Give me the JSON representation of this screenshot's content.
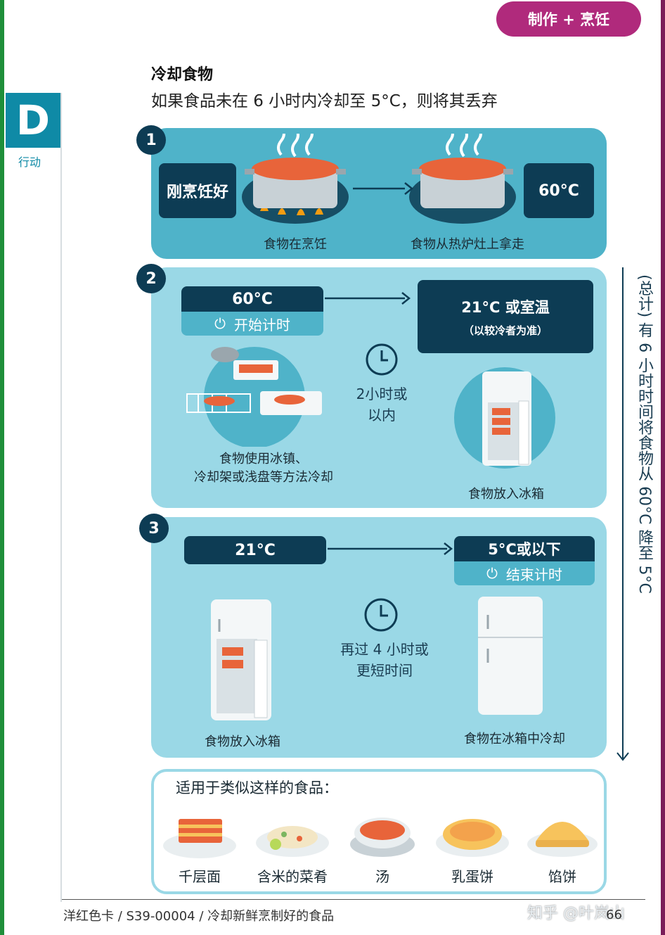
{
  "header": {
    "tab_label": "制作 + 烹饪",
    "section_letter": "D",
    "section_label": "行动"
  },
  "title": "冷却食物",
  "subtitle": "如果食品未在 6 小时内冷却至 5°C，则将其丢弃",
  "step1": {
    "number": "1",
    "start_label": "刚烹饪好",
    "end_label": "60°C",
    "caption_left": "食物在烹饪",
    "caption_right": "食物从热炉灶上拿走"
  },
  "step2": {
    "number": "2",
    "start_temp": "60°C",
    "timer_label": "开始计时",
    "end_label": "21°C 或室温",
    "end_note": "（以较冷者为准）",
    "duration_line1": "2小时或",
    "duration_line2": "以内",
    "caption_left_line1": "食物使用冰镇、",
    "caption_left_line2": "冷却架或浅盘等方法冷却",
    "caption_right": "食物放入冰箱"
  },
  "step3": {
    "number": "3",
    "start_temp": "21°C",
    "end_temp": "5°C或以下",
    "timer_label": "结束计时",
    "duration_line1": "再过 4 小时或",
    "duration_line2": "更短时间",
    "caption_left": "食物放入冰箱",
    "caption_right": "食物在冰箱中冷却"
  },
  "side_note": "(总计) 有 6 小时时间将食物从 60°C 降至 5°C",
  "foods": {
    "heading": "适用于类似这样的食品：",
    "items": [
      "千层面",
      "含米的菜肴",
      "汤",
      "乳蛋饼",
      "馅饼"
    ]
  },
  "footer": {
    "text": "洋红色卡 / S39-00004 /   冷却新鲜烹制好的食品",
    "page": "66"
  },
  "watermark": "知乎 @叶岚山",
  "colors": {
    "dark": "#0d3c54",
    "teal": "#4fb3c9",
    "light_teal": "#9ad8e6",
    "magenta": "#b02a7c",
    "flame": "#f39c12",
    "food": "#e8643a"
  }
}
